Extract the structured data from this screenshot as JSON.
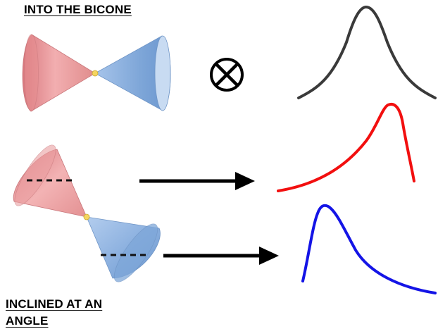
{
  "labels": {
    "top": "INTO THE BICONE",
    "bottom_line1": "INCLINED AT AN",
    "bottom_line2": "ANGLE"
  },
  "symbol": {
    "name": "circled-times-icon"
  },
  "colors": {
    "cone_red": "#e78b8b",
    "cone_blue": "#8fb4e0",
    "apex": "#f5d560",
    "curve_gray": "#3a3a3a",
    "curve_red": "#f20f0f",
    "curve_blue": "#1414e6",
    "arrow": "#000000"
  },
  "profiles": [
    {
      "name": "symmetric-profile",
      "color_key": "curve_gray"
    },
    {
      "name": "red-skewed-profile",
      "color_key": "curve_red"
    },
    {
      "name": "blue-skewed-profile",
      "color_key": "curve_blue"
    }
  ]
}
